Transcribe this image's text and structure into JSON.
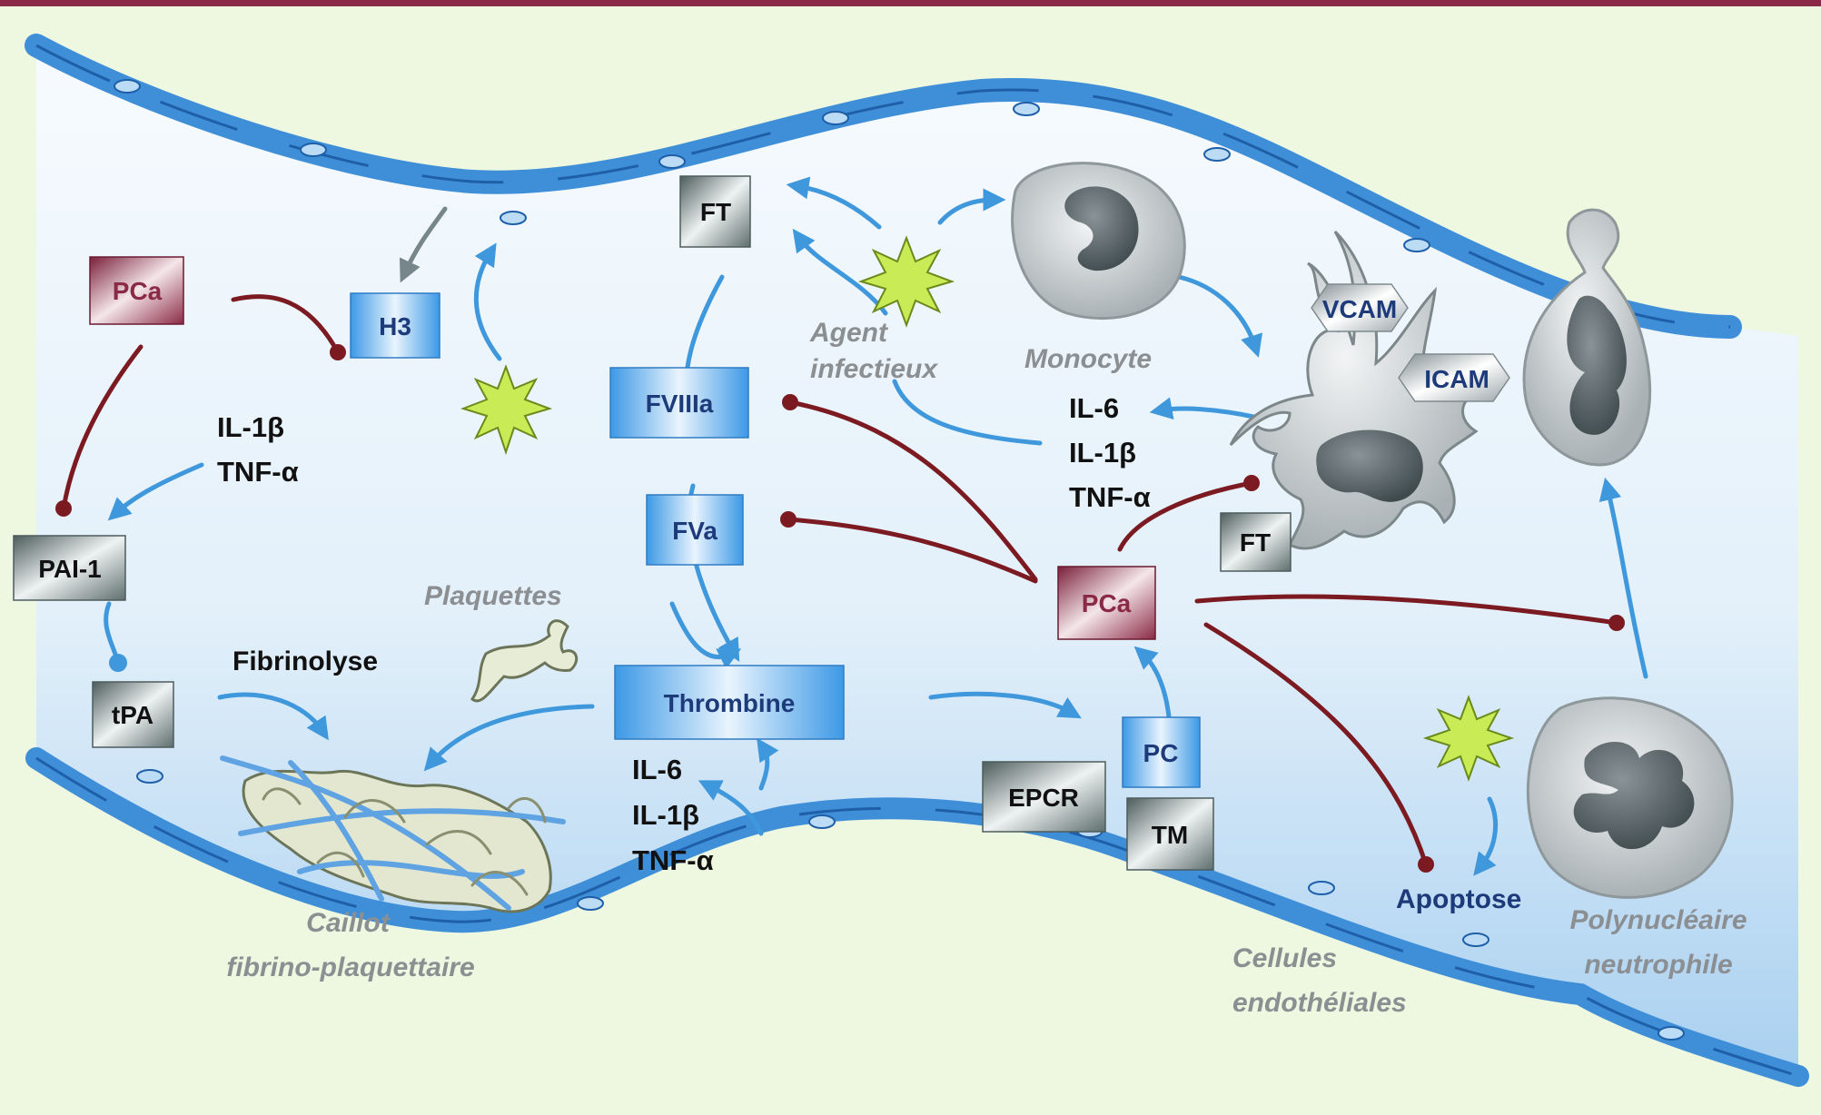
{
  "colors": {
    "background": "#eef7e0",
    "frame_top": "#8b2a46",
    "vessel_blue": "#3f8fd8",
    "lumen_light": "#f3f8fd",
    "lumen_deep": "#b9d9f3",
    "activation": "#3f98dc",
    "inhibition": "#7c1a22",
    "pca_box": "#8b2a46",
    "gray_box": "#5f6e6e",
    "blue_box": "#4aa3ec",
    "microbe": "#c9ec56",
    "cell_gray": "#b8bfc2"
  },
  "boxes": {
    "pca_left": "PCa",
    "h3": "H3",
    "pai1": "PAI-1",
    "tpa": "tPA",
    "ft_top": "FT",
    "fviiia": "FVIIIa",
    "fva": "FVa",
    "thrombine": "Thrombine",
    "pca_right": "PCa",
    "ft_right": "FT",
    "pc": "PC",
    "epcr": "EPCR",
    "tm": "TM",
    "vcam": "VCAM",
    "icam": "ICAM"
  },
  "cytokines": {
    "group_left": [
      "IL-1β",
      "TNF-α"
    ],
    "group_center": [
      "IL-6",
      "IL-1β",
      "TNF-α"
    ],
    "group_right": [
      "IL-6",
      "IL-1β",
      "TNF-α"
    ]
  },
  "labels": {
    "fibrinolyse": "Fibrinolyse",
    "apoptose": "Apoptose",
    "plaquettes": "Plaquettes",
    "agent_line1": "Agent",
    "agent_line2": "infectieux",
    "monocyte": "Monocyte",
    "caillot_line1": "Caillot",
    "caillot_line2": "fibrino-plaquettaire",
    "cellules_line1": "Cellules",
    "cellules_line2": "endothéliales",
    "polynucleaire_line1": "Polynucléaire",
    "polynucleaire_line2": "neutrophile"
  },
  "icons": [
    "infectious-agent-icon",
    "monocyte-cell-icon",
    "activated-monocyte-icon",
    "neutrophil-icon",
    "platelet-icon",
    "clot-icon",
    "endothelial-cell-icon"
  ]
}
